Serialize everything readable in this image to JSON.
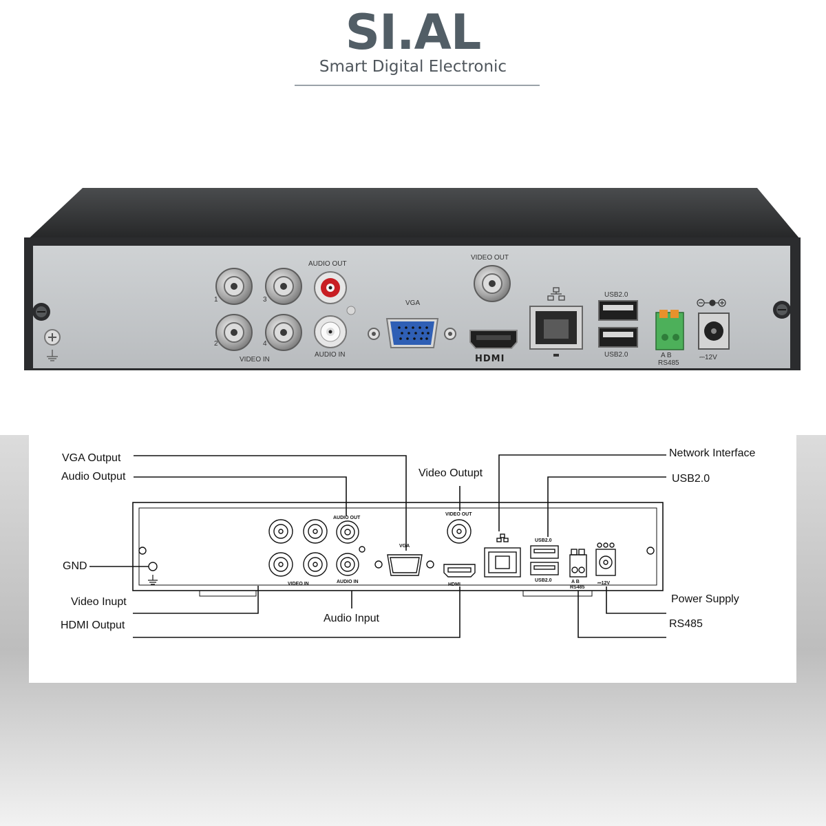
{
  "brand": {
    "name": "SI.AL",
    "tagline": "Smart Digital Electronic",
    "colors": {
      "logo": "#525e66",
      "panel": "#c9ccce",
      "chassis": "#2d2f31"
    }
  },
  "photo_labels": {
    "audio_out": "AUDIO OUT",
    "video_out": "VIDEO OUT",
    "vga": "VGA",
    "usb_top": "USB2.0",
    "usb_bottom": "USB2.0",
    "video_in": "VIDEO IN",
    "audio_in": "AUDIO IN",
    "hdmi": "HDMI",
    "rs485_ab": "A  B",
    "rs485": "RS485",
    "power": "⎓12V",
    "ch1": "1",
    "ch2": "2",
    "ch3": "3",
    "ch4": "4"
  },
  "diagram_labels": {
    "vga_output": "VGA Output",
    "audio_output": "Audio Output",
    "video_output": "Video Outupt",
    "network_interface": "Network Interface",
    "usb": "USB2.0",
    "gnd": "GND",
    "video_input": "Video Inupt",
    "hdmi_output": "HDMI Output",
    "audio_input": "Audio Input",
    "power_supply": "Power Supply",
    "rs485": "RS485"
  },
  "device_labels": {
    "audio_out": "AUDIO OUT",
    "video_out": "VIDEO OUT",
    "vga": "VGA",
    "usb_top": "USB2.0",
    "usb_bottom": "USB2.0",
    "video_in": "VIDEO IN",
    "audio_in": "AUDIO IN",
    "hdmi": "HDMI",
    "rs485_ab": "A B",
    "rs485": "RS485",
    "power": "⎓12V"
  }
}
